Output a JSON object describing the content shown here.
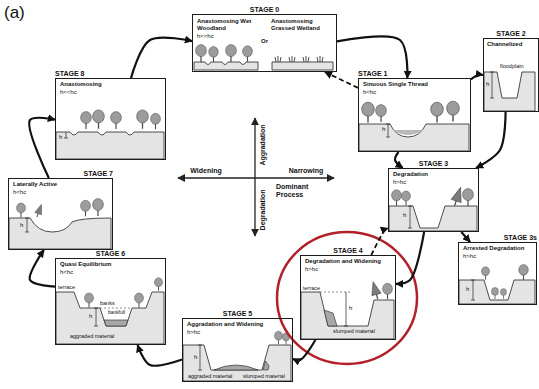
{
  "diagram": {
    "nodes": [
      {
        "text": [
          "STAGE 0",
          "Anastomosing Wet Woodland",
          "Anastomosing Grassed Wetland",
          "h<<hc"
        ]
      },
      {
        "text": [
          "STAGE 1",
          "Sinuous Single Thread",
          "h<hc"
        ]
      },
      {
        "text": [
          "STAGE 2",
          "Channelized"
        ]
      },
      {
        "text": [
          "STAGE 3",
          "Degradation",
          "h>hc"
        ]
      },
      {
        "text": [
          "STAGE 3s",
          "Arrested Degradation",
          "h>hc"
        ]
      },
      {
        "text": [
          "STAGE 4",
          "Degradation and Widening",
          "h>hc"
        ]
      },
      {
        "text": [
          "STAGE 5",
          "Aggradation and Widening",
          "h>hc"
        ]
      },
      {
        "text": [
          "STAGE 6",
          "Quasi Equilibrium",
          "h<hc"
        ]
      },
      {
        "text": [
          "STAGE 7",
          "Laterally Active",
          "h<hc"
        ]
      },
      {
        "text": [
          "STAGE 8",
          "Anastomosing",
          "h<<hc"
        ]
      }
    ],
    "edges": [
      {
        "from": 0,
        "to": 1,
        "arrow": "to"
      },
      {
        "from": 1,
        "to": 2,
        "arrow": "to"
      },
      {
        "from": 1,
        "to": 3,
        "arrow": "to"
      },
      {
        "from": 2,
        "to": 3,
        "arrow": "to"
      },
      {
        "from": 3,
        "to": 4,
        "arrow": "to"
      },
      {
        "from": 3,
        "to": 5,
        "arrow": "to"
      },
      {
        "from": 5,
        "to": 6,
        "arrow": "to"
      },
      {
        "from": 6,
        "to": 7,
        "arrow": "to"
      },
      {
        "from": 7,
        "to": 8,
        "arrow": "to"
      },
      {
        "from": 8,
        "to": 9,
        "arrow": "to"
      },
      {
        "from": 9,
        "to": 0,
        "arrow": "to"
      },
      {
        "from": 1,
        "to": 0,
        "arrow": "to"
      },
      {
        "from": 5,
        "to": 3,
        "arrow": "to"
      }
    ],
    "labels": [
      "(a)",
      "Aggradation",
      "Degradation",
      "Widening",
      "Narrowing",
      "Dominant Process",
      "Or",
      "h",
      "floodplain",
      "h",
      "h",
      "h",
      "terrace",
      "h",
      "slumped material",
      "h",
      "aggraded material",
      "slumped material",
      "terrace",
      "banks",
      "h",
      "bankfull",
      "aggraded material",
      "h",
      "h"
    ]
  }
}
